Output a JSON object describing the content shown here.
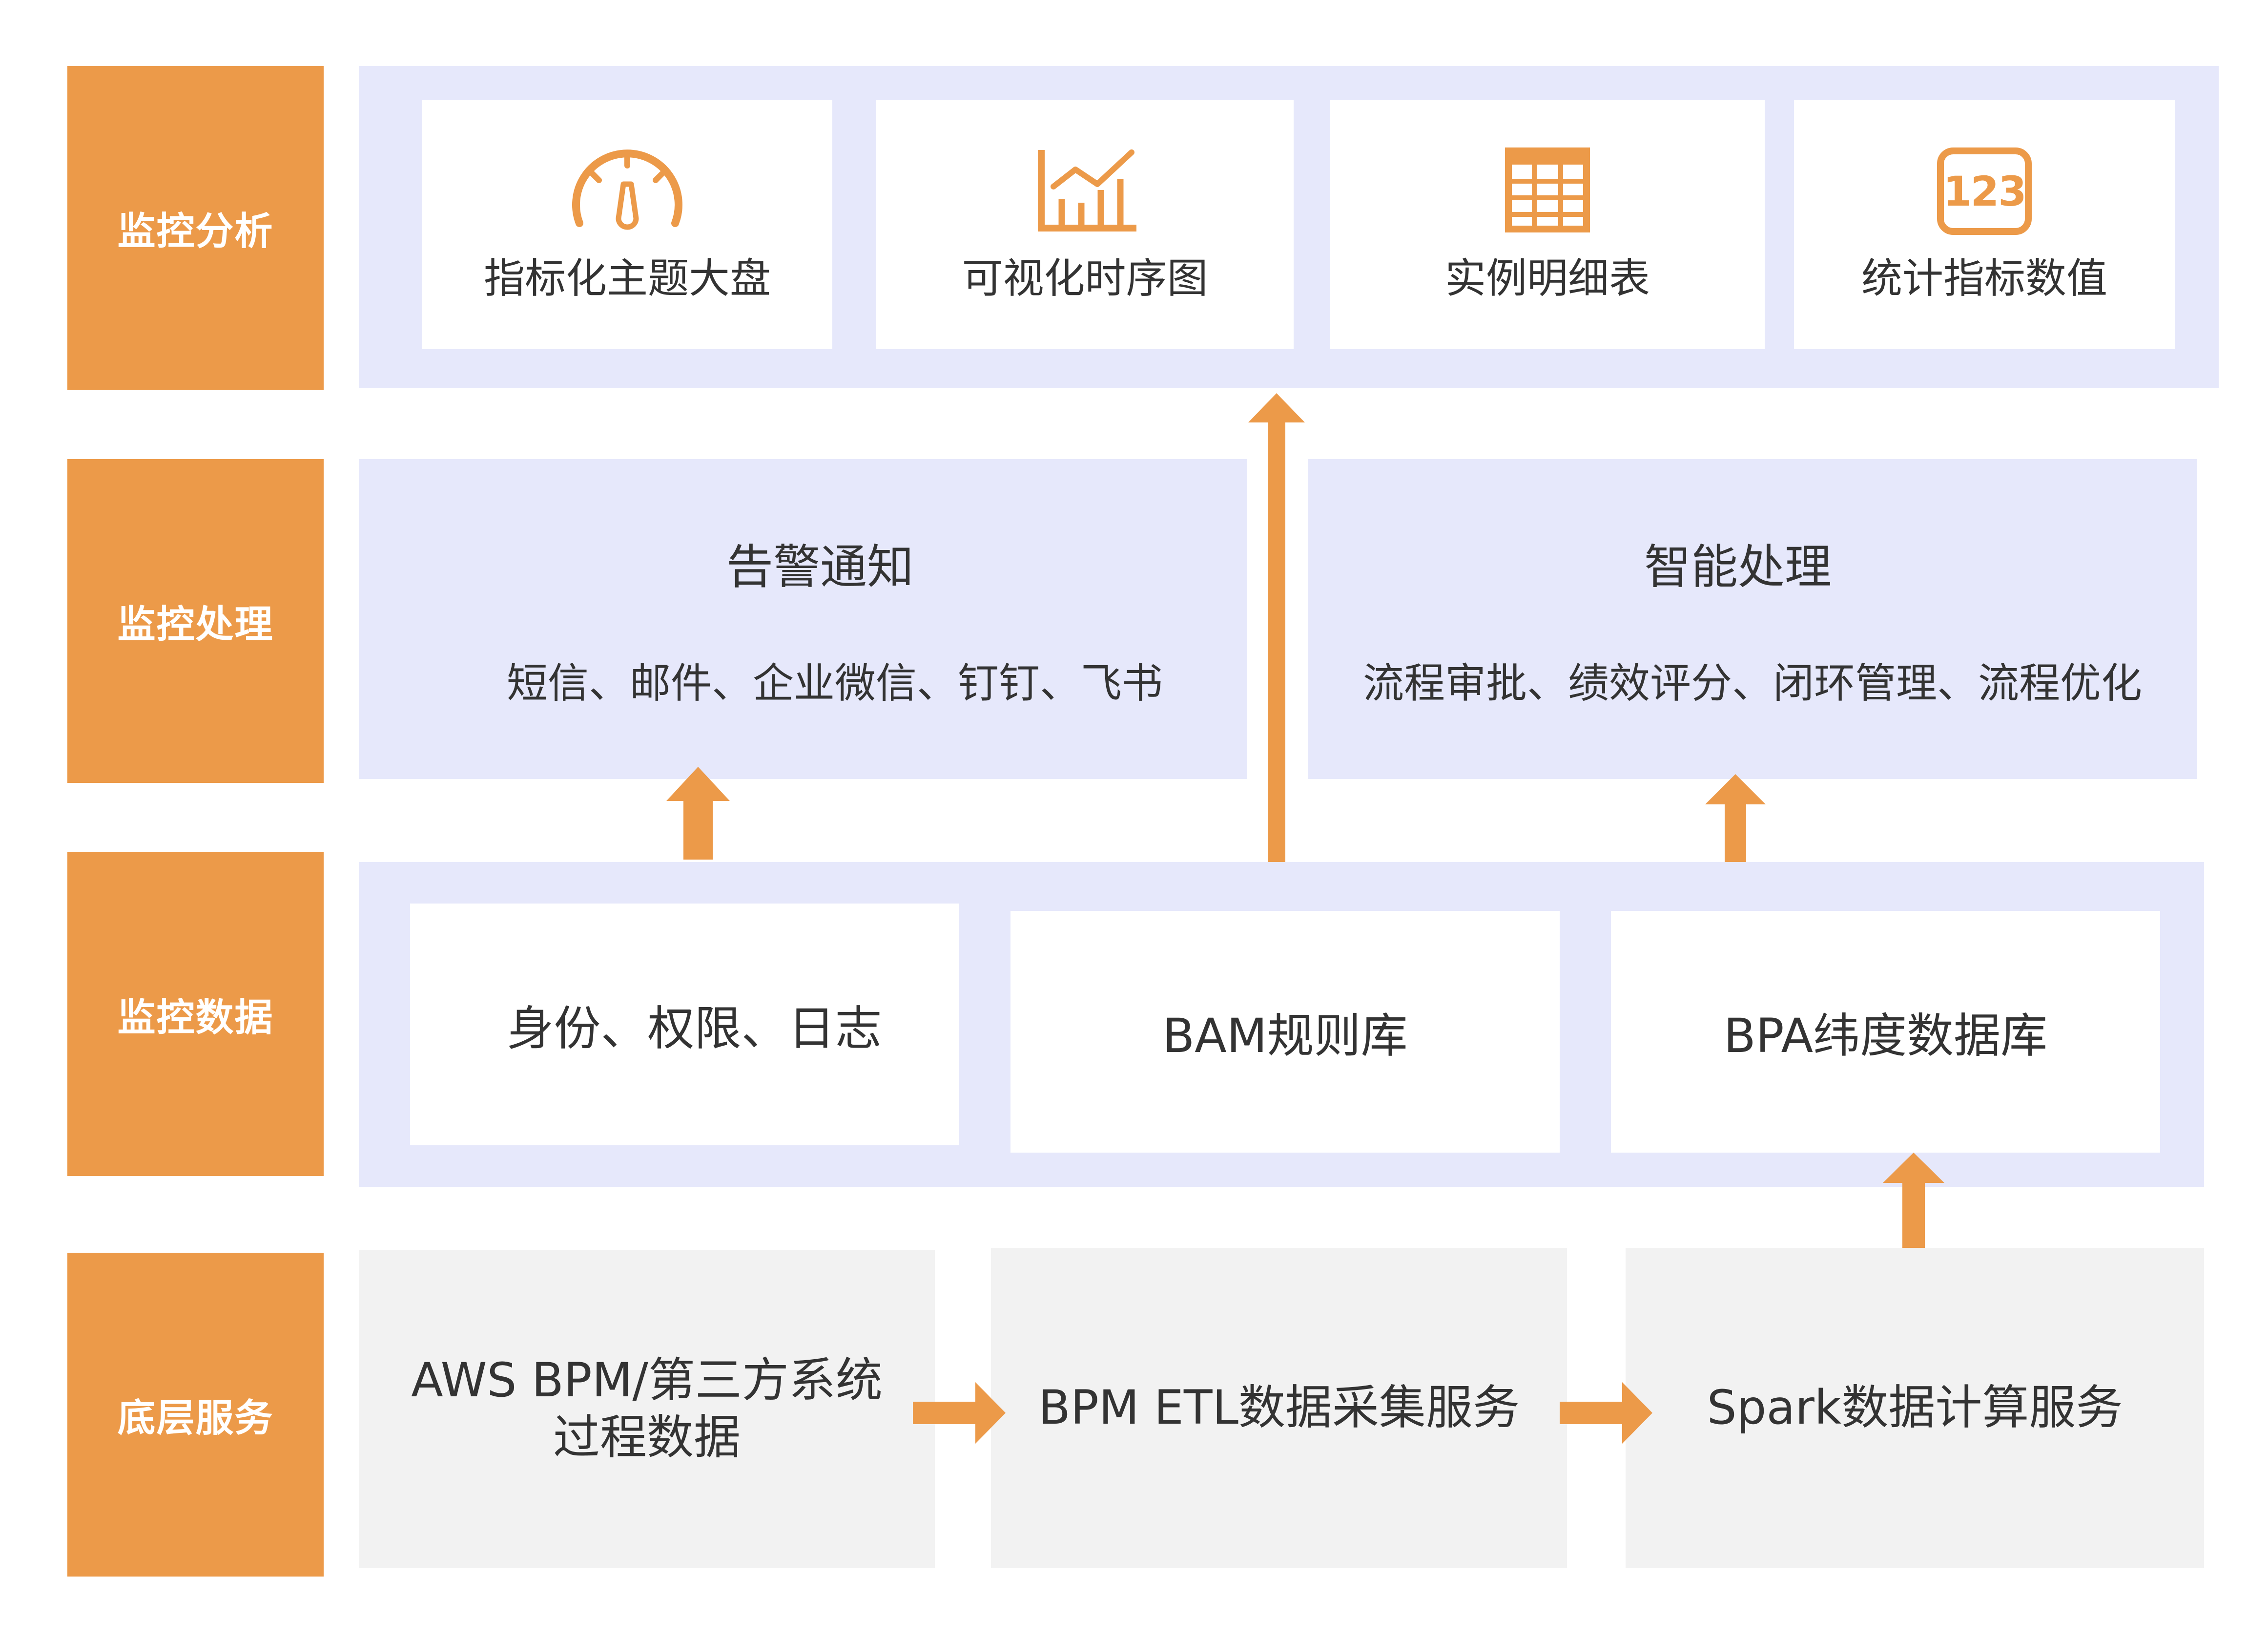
{
  "layers": {
    "analysis": {
      "label": "监控分析",
      "cards": [
        {
          "label": "指标化主题大盘",
          "icon": "gauge-icon"
        },
        {
          "label": "可视化时序图",
          "icon": "line-bar-chart-icon"
        },
        {
          "label": "实例明细表",
          "icon": "table-grid-icon"
        },
        {
          "label": "统计指标数值",
          "icon": "number-123-icon",
          "icon_text": "123"
        }
      ]
    },
    "processing": {
      "label": "监控处理",
      "alert": {
        "title": "告警通知",
        "channels": "短信、邮件、企业微信、钉钉、飞书"
      },
      "smart": {
        "title": "智能处理",
        "items": "流程审批、绩效评分、闭环管理、流程优化"
      }
    },
    "data": {
      "label": "监控数据",
      "cards": [
        {
          "label": "身份、权限、日志"
        },
        {
          "label": "BAM规则库"
        },
        {
          "label": "BPA纬度数据库"
        }
      ]
    },
    "service": {
      "label": "底层服务",
      "cards": [
        {
          "line1": "AWS BPM/第三方系统",
          "line2": "过程数据"
        },
        {
          "label": "BPM ETL数据采集服务"
        },
        {
          "label": "Spark数据计算服务"
        }
      ]
    }
  },
  "colors": {
    "accent": "#ec9a49",
    "band": "#e6e8fb",
    "card": "#ffffff",
    "service_card": "#f2f2f2",
    "text": "#333333"
  }
}
